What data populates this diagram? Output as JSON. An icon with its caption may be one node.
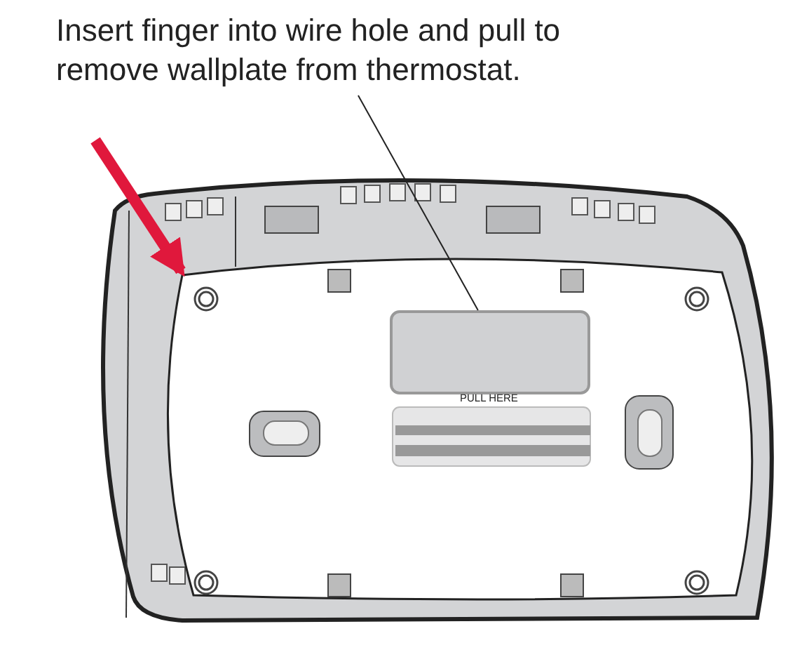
{
  "diagram": {
    "nodes": [
      {
        "text": [
          "Insert finger into wire hole and pull to remove wallplate from thermostat."
        ]
      },
      {
        "text": [],
        "shape": "box"
      },
      {
        "text": [],
        "shape": "box",
        "in": 1
      }
    ],
    "edges": [
      {
        "from": 0,
        "to": 2,
        "arrow": "none"
      },
      {
        "from": null,
        "to": 1,
        "arrow": "to",
        "style": "thick",
        "color": "#e0183c"
      }
    ],
    "labels": [
      "PULL HERE"
    ]
  }
}
